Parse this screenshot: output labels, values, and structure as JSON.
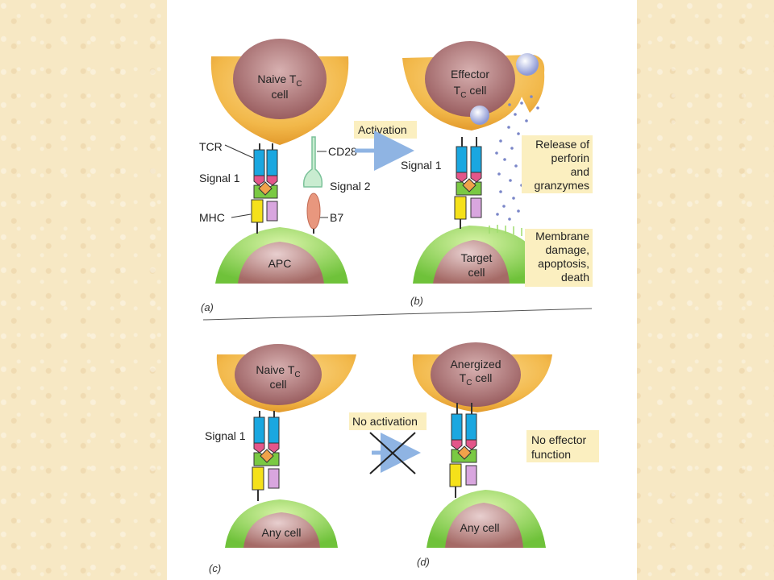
{
  "panel_a": {
    "cell_top_line1": "Naive T",
    "cell_top_sub": "C",
    "cell_top_line2": "cell",
    "tcr_label": "TCR",
    "signal1_label": "Signal 1",
    "mhc_label": "MHC",
    "cd28_label": "CD28",
    "signal2_label": "Signal 2",
    "b7_label": "B7",
    "cell_bottom": "APC",
    "letter": "(a)"
  },
  "arrow_ab": {
    "label": "Activation"
  },
  "panel_b": {
    "cell_top_line1": "Effector",
    "cell_top_line2_main": "T",
    "cell_top_sub": "C",
    "cell_top_line2_rest": " cell",
    "signal1_label": "Signal 1",
    "callout_release": [
      "Release of",
      "perforin",
      "and",
      "granzymes"
    ],
    "callout_membrane": [
      "Membrane",
      "damage,",
      "apoptosis,",
      "death"
    ],
    "cell_bottom_line1": "Target",
    "cell_bottom_line2": "cell",
    "letter": "(b)"
  },
  "panel_c": {
    "cell_top_line1": "Naive T",
    "cell_top_sub": "C",
    "cell_top_line2": "cell",
    "signal1_label": "Signal 1",
    "cell_bottom": "Any cell",
    "letter": "(c)"
  },
  "arrow_cd": {
    "label": "No activation"
  },
  "panel_d": {
    "cell_top_line1": "Anergized",
    "cell_top_line2_main": "T",
    "cell_top_sub": "C",
    "cell_top_line2_rest": " cell",
    "callout_no_effector": [
      "No effector",
      "function"
    ],
    "cell_bottom": "Any cell",
    "letter": "(d)"
  },
  "colors": {
    "tcell_outer": "#f2b84a",
    "tcell_inner": "#a86a6a",
    "apc_outer": "#8fd64a",
    "apc_inner": "#b57c78",
    "tcr_blue": "#1aa7e0",
    "tcr_pink": "#e3568a",
    "peptide_orange": "#f0a24a",
    "mhc_green": "#7ac943",
    "mhc_yellow": "#f5e11a",
    "mhc_lilac": "#d9a6df",
    "cd28_green": "#c9ecd0",
    "b7_salmon": "#e8977e",
    "arrow_blue": "#8fb4e3",
    "callout_bg": "#fbefc0",
    "granule": "#7a86c8"
  }
}
